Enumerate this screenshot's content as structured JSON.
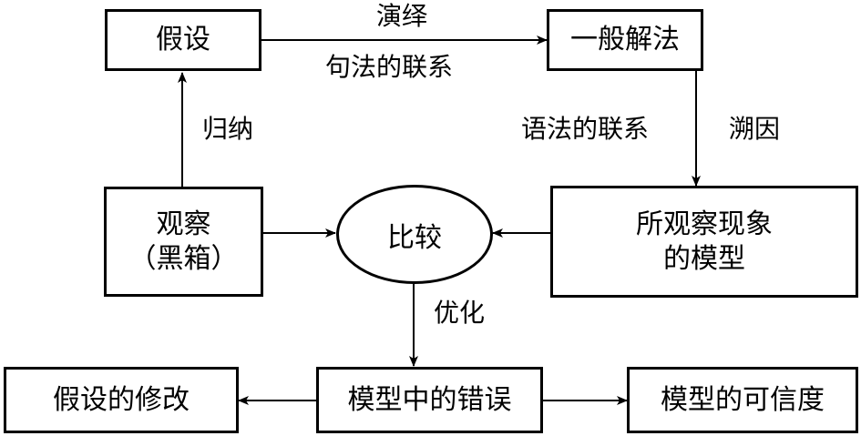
{
  "nodes": {
    "hypothesis": "假设",
    "general_solution": "一般解法",
    "observation_line1": "观察",
    "observation_line2": "（黑箱）",
    "compare": "比较",
    "model_line1": "所观察现象",
    "model_line2": "的模型",
    "hypothesis_revision": "假设的修改",
    "model_error": "模型中的错误",
    "model_credibility": "模型的可信度"
  },
  "edges": {
    "deduction": "演绎",
    "syntactic_link": "句法的联系",
    "induction": "归纳",
    "semantic_link": "语法的联系",
    "abduction": "溯因",
    "optimization": "优化"
  }
}
